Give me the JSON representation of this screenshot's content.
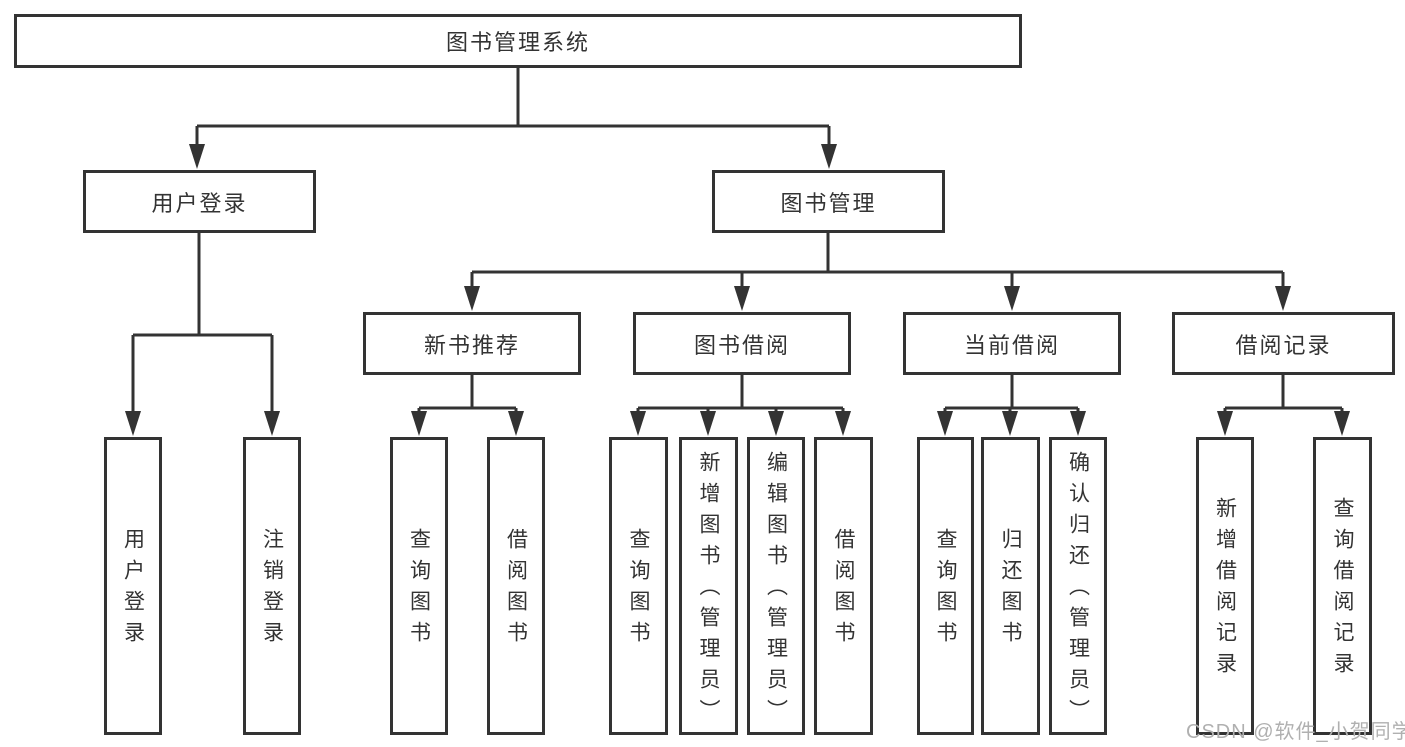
{
  "root_label": "图书管理系统",
  "level2": {
    "left": "用户登录",
    "right": "图书管理"
  },
  "level3": [
    "新书推荐",
    "图书借阅",
    "当前借阅",
    "借阅记录"
  ],
  "leaf_groups": {
    "user_login": [
      "用户登录",
      "注销登录"
    ],
    "new_books": [
      "查询图书",
      "借阅图书"
    ],
    "borrowing": [
      "查询图书",
      "新增图书（管理员）",
      "编辑图书（管理员）",
      "借阅图书"
    ],
    "current": [
      "查询图书",
      "归还图书",
      "确认归还（管理员）"
    ],
    "records": [
      "新增借阅记录",
      "查询借阅记录"
    ]
  },
  "watermark": "CSDN @软件_小贺同学",
  "colors": {
    "line": "#333333",
    "text": "#333333",
    "watermark": "#b0b0b0",
    "background": "#ffffff"
  }
}
